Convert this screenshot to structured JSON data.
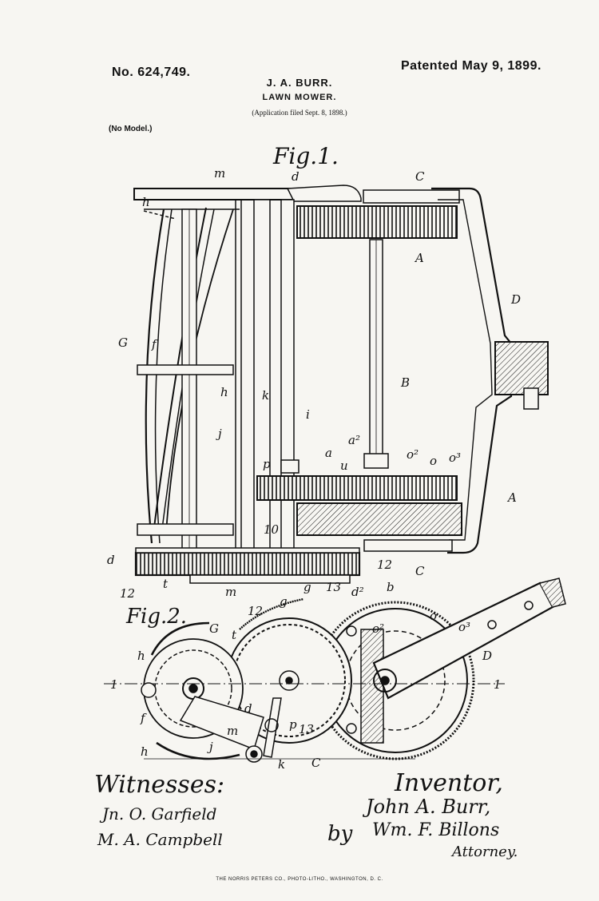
{
  "header": {
    "patent_number": "No. 624,749.",
    "patent_date": "Patented May 9, 1899.",
    "inventor_name": "J. A. BURR.",
    "title": "LAWN MOWER.",
    "application": "(Application filed Sept. 8, 1898.)",
    "model": "(No Model.)"
  },
  "figures": {
    "fig1_caption": "Fig.1.",
    "fig2_caption": "Fig.2."
  },
  "reference_labels": {
    "fig1": [
      "m",
      "d",
      "C",
      "A",
      "D",
      "G",
      "f",
      "h",
      "k",
      "j",
      "i",
      "B",
      "p",
      "a",
      "a²",
      "u",
      "o²",
      "o",
      "o³",
      "A",
      "10",
      "d",
      "12",
      "t",
      "m",
      "g",
      "13",
      "12",
      "C",
      "h"
    ],
    "fig2": [
      "d²",
      "b",
      "12",
      "g",
      "G",
      "t",
      "o²",
      "o",
      "o³",
      "h",
      "1",
      "1",
      "D",
      "f",
      "d",
      "p",
      "13",
      "m",
      "j",
      "h",
      "k",
      "C"
    ]
  },
  "signatures": {
    "witnesses_heading": "Witnesses:",
    "witness_1": "Jn. O. Garfield",
    "witness_2": "M. A. Campbell",
    "inventor_heading": "Inventor,",
    "inventor_name": "John A. Burr,",
    "by_line": "by",
    "attorney_name": "Wm. F. Billons",
    "attorney_title": "Attorney."
  },
  "footer": {
    "printer": "THE NORRIS PETERS CO., PHOTO-LITHO., WASHINGTON, D. C."
  }
}
